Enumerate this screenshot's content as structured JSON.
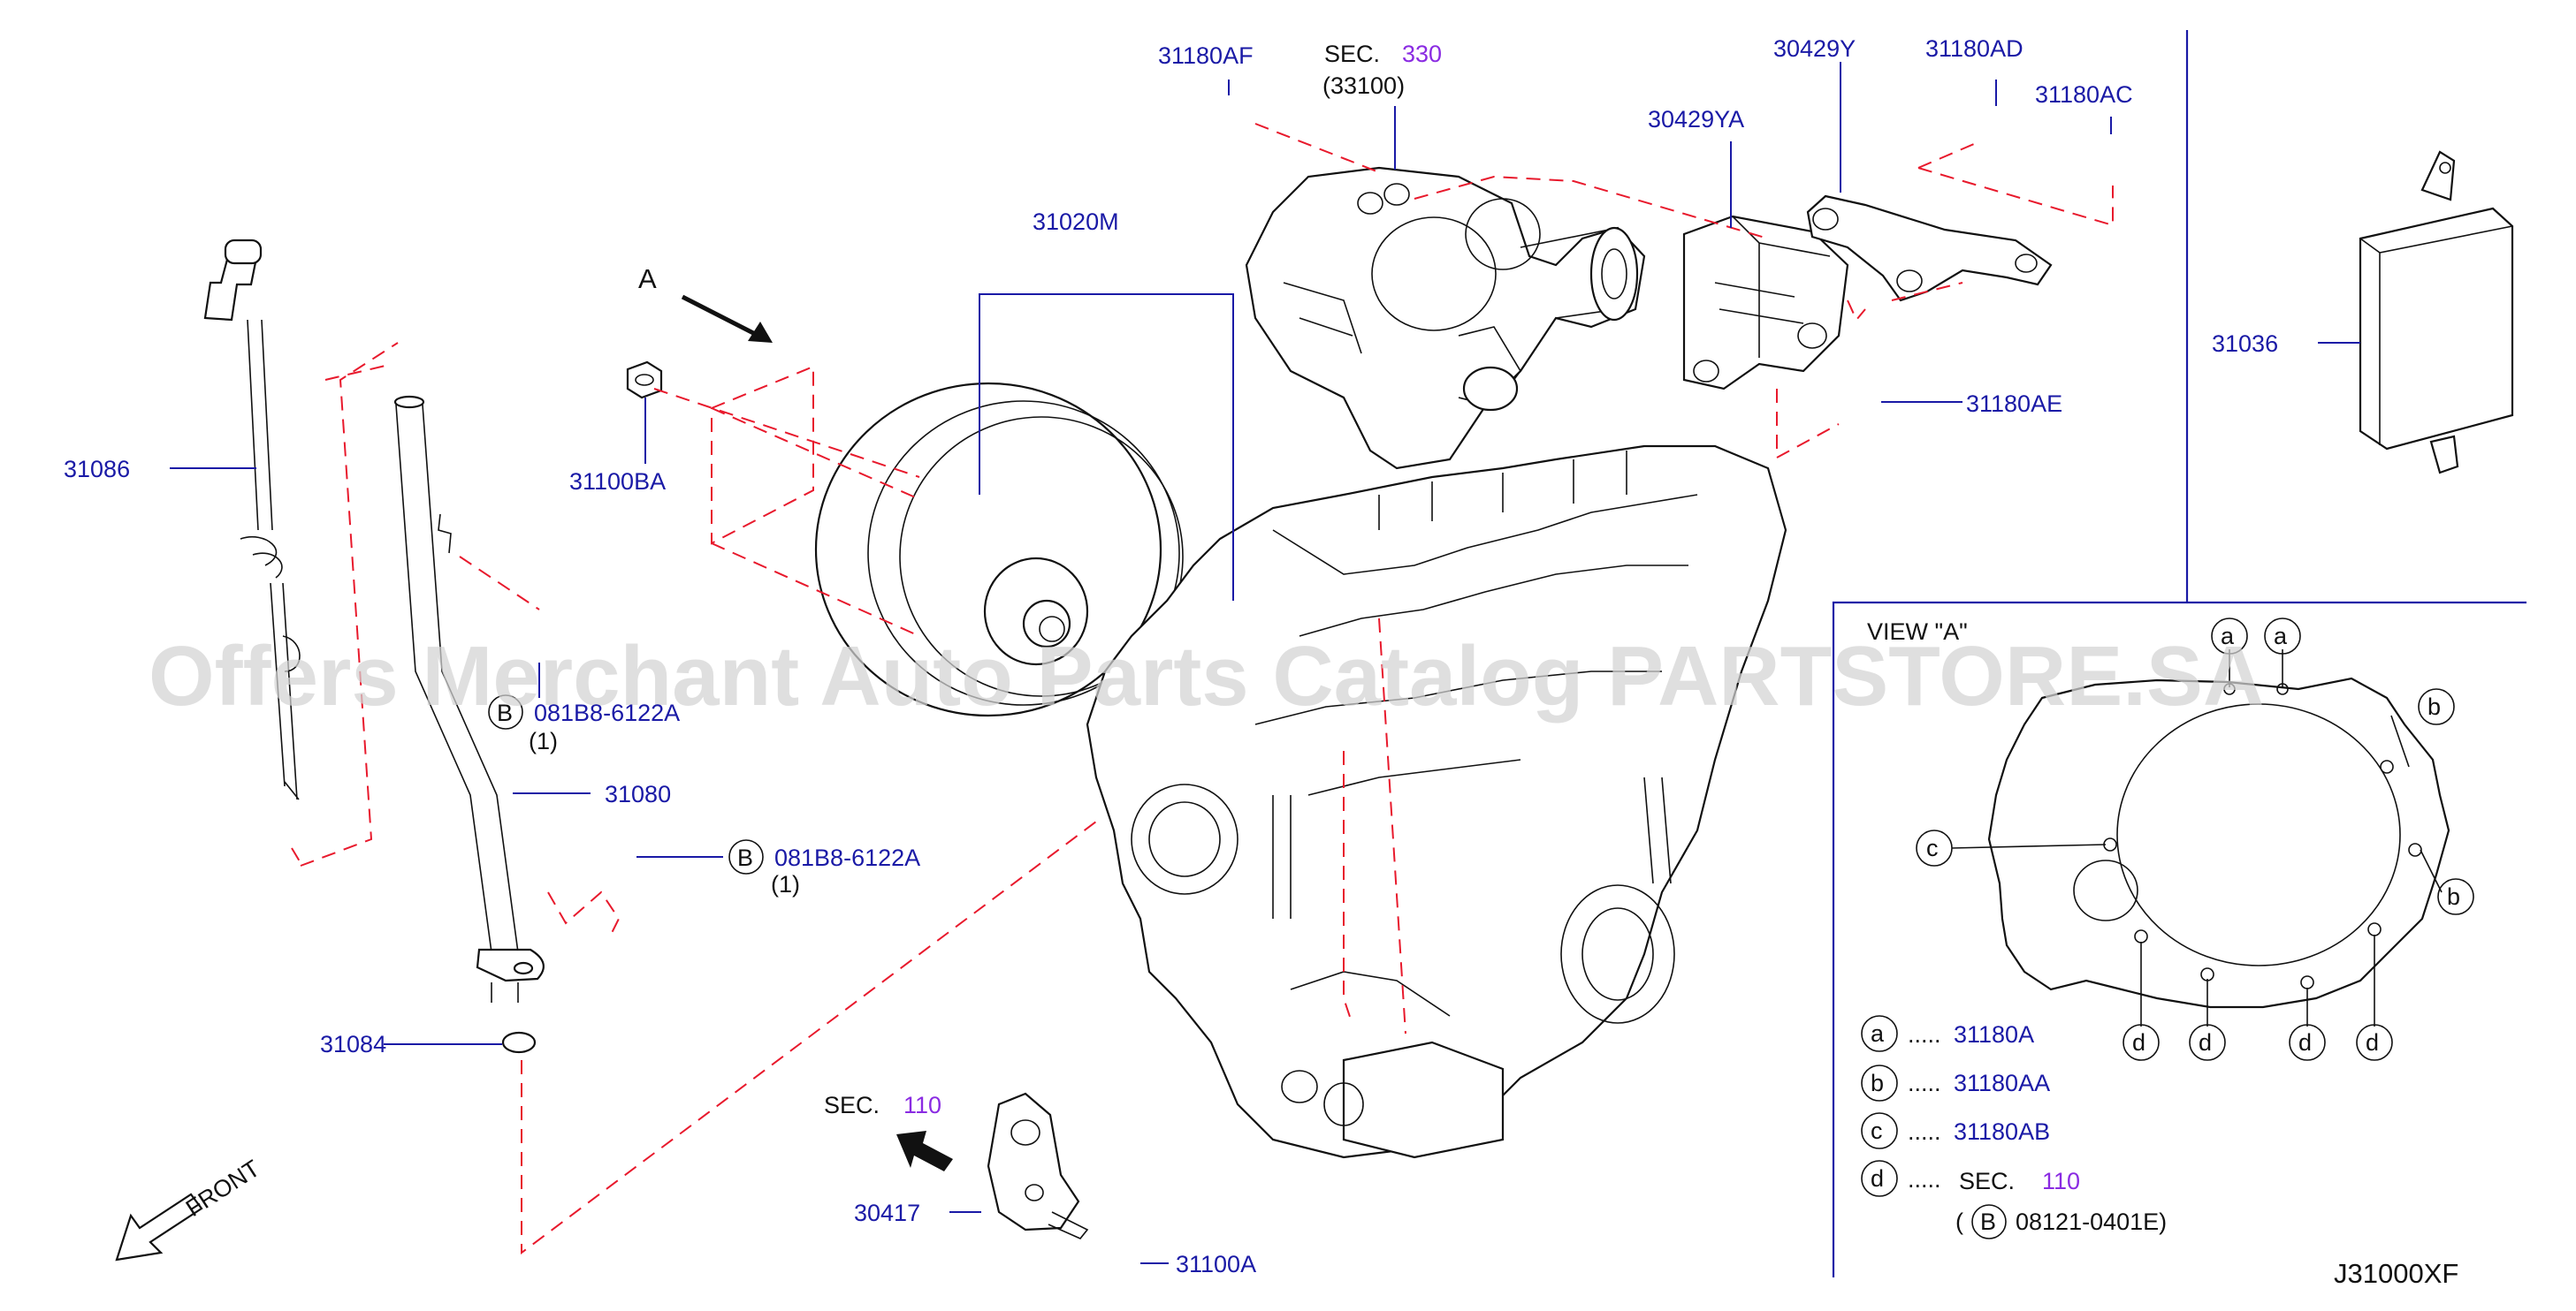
{
  "diagram_id": "J31000XF",
  "watermark": "Offers Merchant Auto Parts Catalog PARTSTORE.SA",
  "front_label": "FRONT",
  "arrow_label": "A",
  "view_label": "VIEW \"A\"",
  "parts": {
    "p31086": "31086",
    "p31080": "31080",
    "p31084": "31084",
    "p31100BA": "31100BA",
    "p31020M": "31020M",
    "p31180AF": "31180AF",
    "p30429YA": "30429YA",
    "p30429Y": "30429Y",
    "p31180AD": "31180AD",
    "p31180AC": "31180AC",
    "p31180AE": "31180AE",
    "p31036": "31036",
    "p30417": "30417",
    "p31100A": "31100A"
  },
  "bolt_refs": {
    "bolt1": "081B8-6122A",
    "bolt1_qty": "(1)",
    "bolt2": "081B8-6122A",
    "bolt2_qty": "(1)",
    "bolt_marker": "B"
  },
  "sections": {
    "sec330_prefix": "SEC.",
    "sec330_num": "330",
    "sec330_sub": "(33100)",
    "sec110_prefix": "SEC.",
    "sec110_num": "110"
  },
  "legend": [
    {
      "letter": "a",
      "dots": ".....",
      "part": "31180A"
    },
    {
      "letter": "b",
      "dots": ".....",
      "part": "31180AA"
    },
    {
      "letter": "c",
      "dots": ".....",
      "part": "31180AB"
    },
    {
      "letter": "d",
      "dots": ".....",
      "sec_prefix": "SEC.",
      "sec_num": "110",
      "sub_open": "(",
      "sub_marker": "B",
      "sub_part": "08121-0401E)"
    }
  ],
  "view_letters": {
    "a1": "a",
    "a2": "a",
    "b1": "b",
    "b2": "b",
    "c1": "c",
    "d1": "d",
    "d2": "d",
    "d3": "d",
    "d4": "d"
  }
}
